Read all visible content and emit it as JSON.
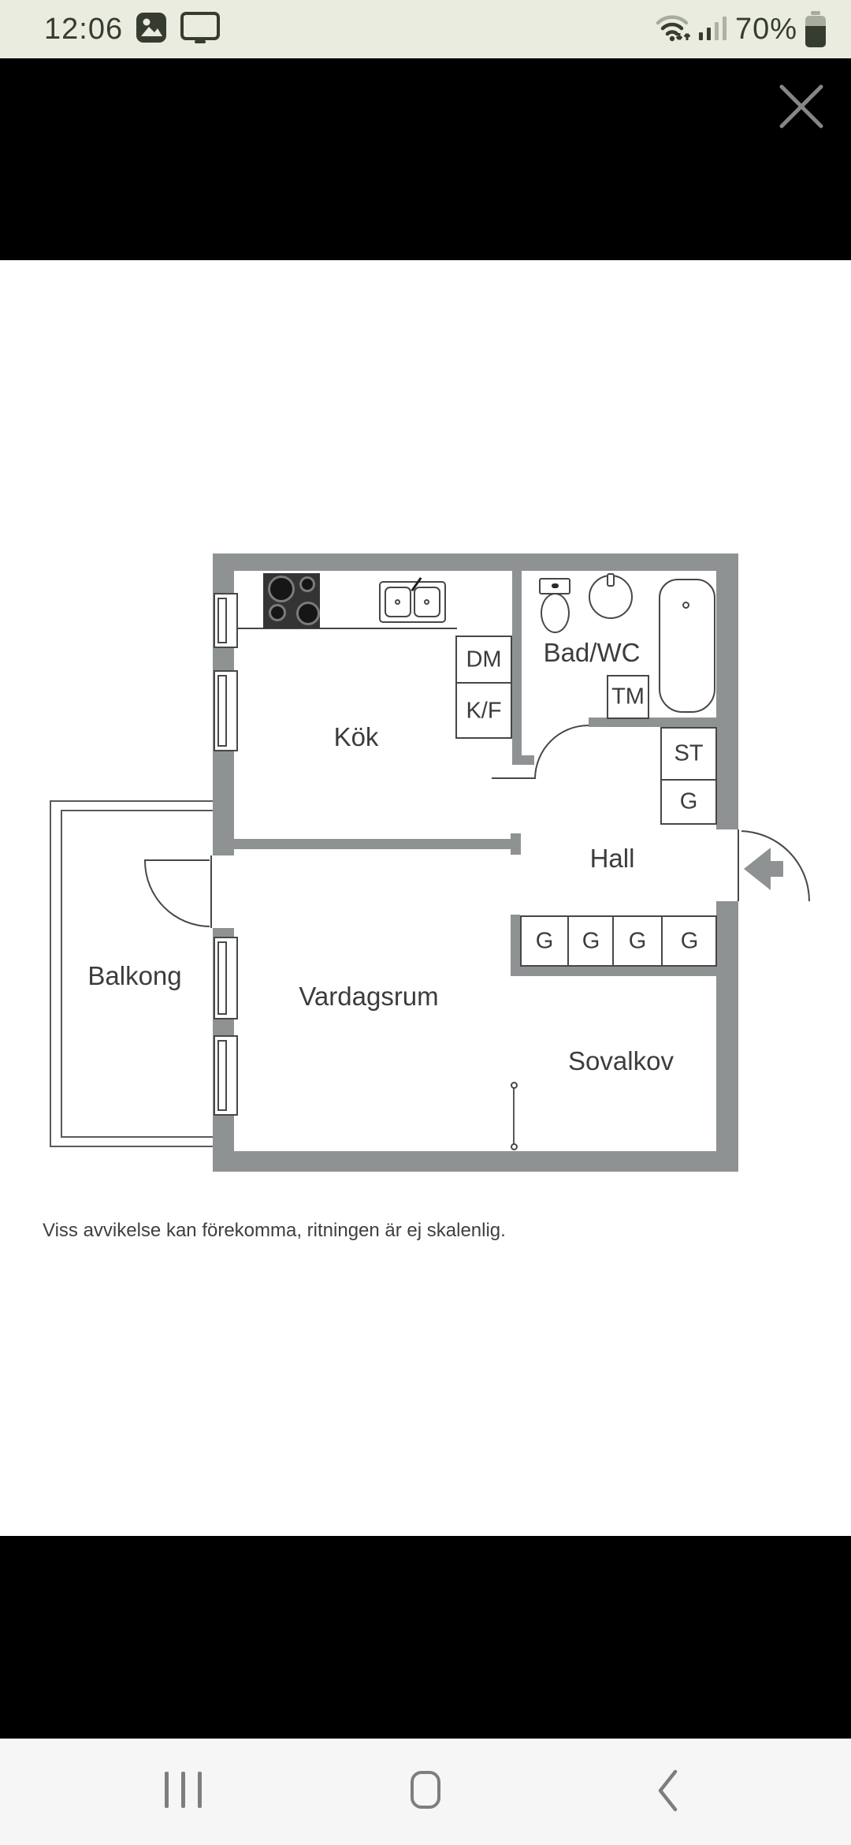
{
  "status_bar": {
    "time": "12:06",
    "battery_percent": "70%",
    "icons": [
      "gallery-icon",
      "screen-mirroring-icon",
      "wifi-data-icon",
      "cellular-signal-icon",
      "battery-icon"
    ]
  },
  "viewer": {
    "close_icon": "close-icon"
  },
  "floor_plan": {
    "rooms": {
      "kitchen": "Kök",
      "bathroom": "Bad/WC",
      "hall": "Hall",
      "balcony": "Balkong",
      "living_room": "Vardagsrum",
      "sleeping_alcove": "Sovalkov"
    },
    "fixtures": {
      "dishwasher": "DM",
      "fridge_freezer": "K/F",
      "washing_machine": "TM",
      "storage": "ST",
      "hall_closet": "G",
      "wardrobes": [
        "G",
        "G",
        "G",
        "G"
      ]
    },
    "disclaimer": "Viss avvikelse kan förekomma, ritningen är ej skalenlig."
  },
  "nav_bar": {
    "icons": [
      "recents-icon",
      "home-icon",
      "back-icon"
    ]
  },
  "colors": {
    "wall_gray": "#8e9292",
    "plan_line": "#474747",
    "status_bar_bg": "#e9ecdf",
    "status_fg": "#373c31",
    "nav_bar_bg": "#f6f6f6",
    "nav_fg": "#7e7e7e",
    "letterbox": "#000000"
  }
}
